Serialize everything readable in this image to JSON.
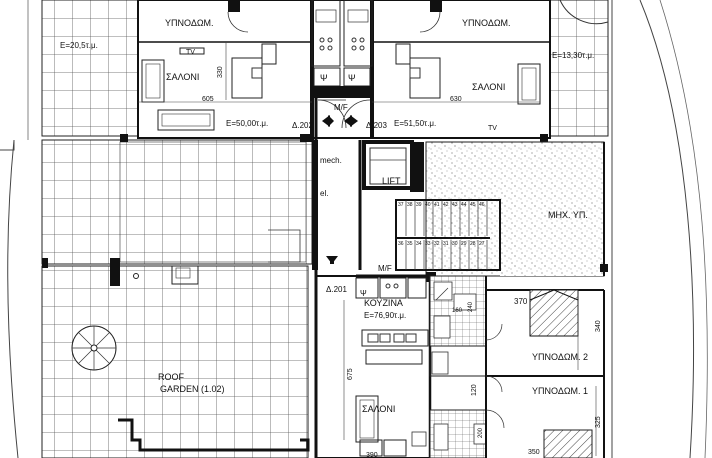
{
  "labels": {
    "bedroom_top_left": "ΥΠΝΟΔΩΜ.",
    "bedroom_top_right": "ΥΠΝΟΔΩΜ.",
    "tv_top": "TV",
    "area_left_terrace": "E=20,5τ.μ.",
    "area_right_terrace": "E=13,30τ.μ.",
    "living_left": "ΣΑΛΟΝΙ",
    "living_right": "ΣΑΛΟΝΙ",
    "dim_330": "330",
    "dim_605": "605",
    "dim_630": "630",
    "sym_psi_left": "Ψ",
    "sym_psi_right": "Ψ",
    "mf_top": "M/F",
    "area_apt_202": "E=50,00τ.μ.",
    "apt_202": "Δ.202",
    "apt_203": "Δ.203",
    "area_apt_203": "E=51,50τ.μ.",
    "tv_mid": "TV",
    "mech": "mech.",
    "el": "el.",
    "lift": "LIFT",
    "mech_room": "ΜΗΧ. ΥΠ.",
    "mf_bottom": "M/F",
    "apt_201": "Δ.201",
    "psi_bottom": "Ψ",
    "kitchen": "ΚΟΥΖΙΝΑ",
    "area_kitchen": "E=76,90τ.μ.",
    "dim_370": "370",
    "dim_340": "340",
    "dim_675": "675",
    "bedroom_2": "ΥΠΝΟΔΩΜ. 2",
    "bedroom_1": "ΥΠΝΟΔΩΜ. 1",
    "dim_120": "120",
    "dim_325": "325",
    "dim_350": "350",
    "dim_390": "390",
    "living_bottom": "ΣΑΛΟΝΙ",
    "roof_garden_1": "ROOF",
    "roof_garden_2": "GARDEN (1.02)",
    "dim_160": "160",
    "dim_240": "240",
    "dim_200": "200",
    "stair_upper": [
      "37",
      "38",
      "39",
      "40",
      "41",
      "42",
      "43",
      "44",
      "45",
      "46"
    ],
    "stair_lower": [
      "36",
      "35",
      "34",
      "33",
      "32",
      "31",
      "30",
      "29",
      "28",
      "27"
    ]
  }
}
